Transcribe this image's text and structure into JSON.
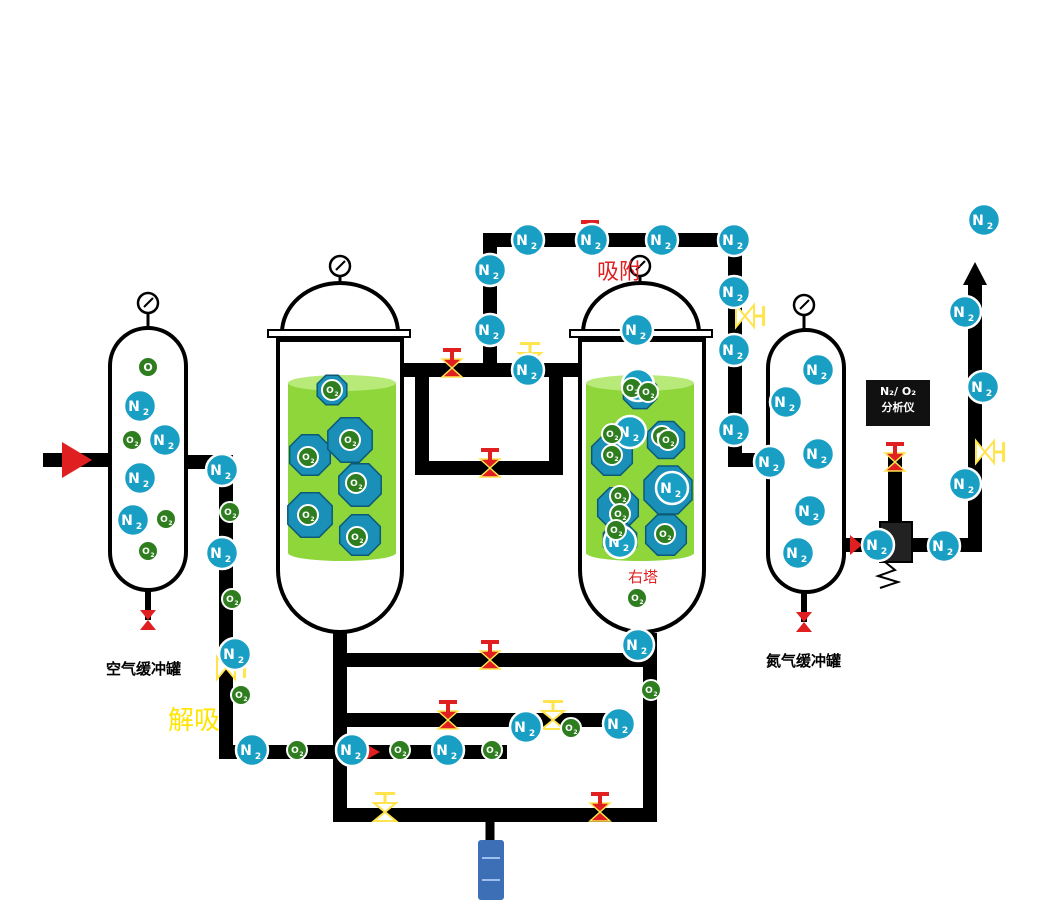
{
  "labels": {
    "air_tank": "空气缓冲罐",
    "n2_tank": "氮气缓冲罐",
    "right_tower": "右塔",
    "adsorb": "吸附",
    "desorb": "解吸",
    "analyzer_line1": "N₂/ O₂",
    "analyzer_line2": "分析仪"
  },
  "molecules": {
    "n2": "N₂",
    "o2": "O₂",
    "o_plain": "O"
  },
  "colors": {
    "pipe": "#000000",
    "n2_fill": "#1a9fc4",
    "o2_fill": "#2e7d1f",
    "adsorbent": "#8ed63a",
    "sieve": "#1a8fb8",
    "valve_red": "#e02020",
    "valve_yellow": "#ffe44d",
    "adsorb_text": "#e02020",
    "desorb_text": "#ffe400",
    "outlet": "#3d6fb6"
  }
}
